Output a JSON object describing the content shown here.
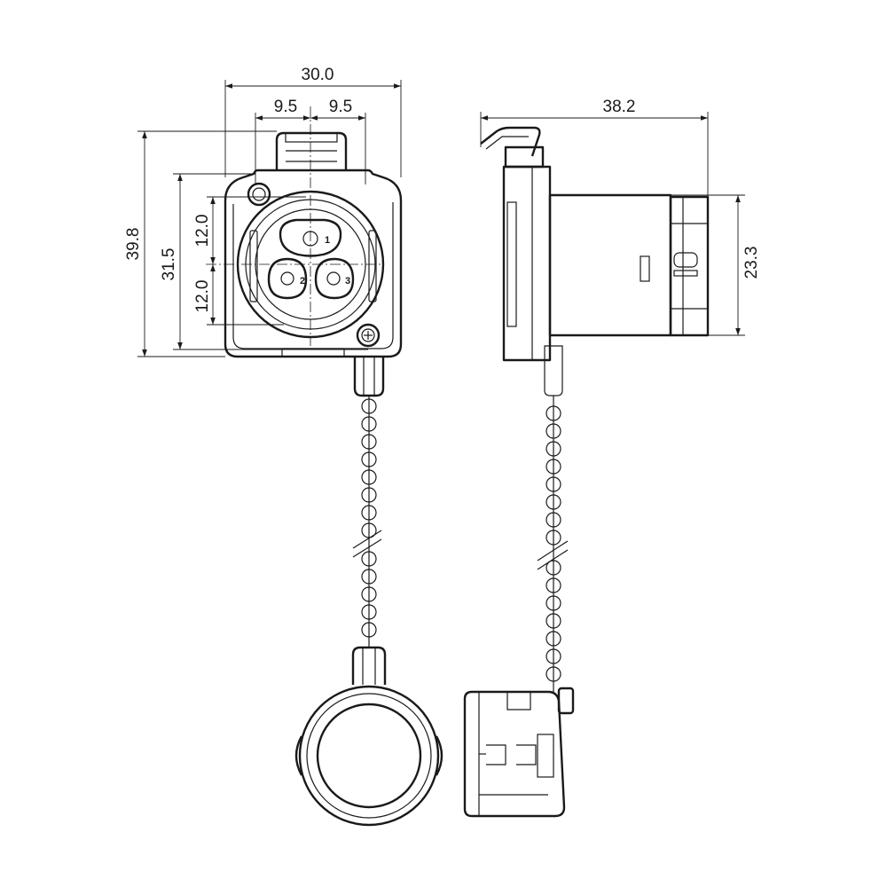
{
  "dimensions": {
    "width_total": "30.0",
    "pin_offset_left": "9.5",
    "pin_offset_right": "9.5",
    "height_total": "39.8",
    "mount_height": "31.5",
    "pin_spacing_upper": "12.0",
    "pin_spacing_lower": "12.0",
    "side_depth": "38.2",
    "body_diameter": "23.3"
  },
  "pins": [
    "1",
    "2",
    "3"
  ]
}
